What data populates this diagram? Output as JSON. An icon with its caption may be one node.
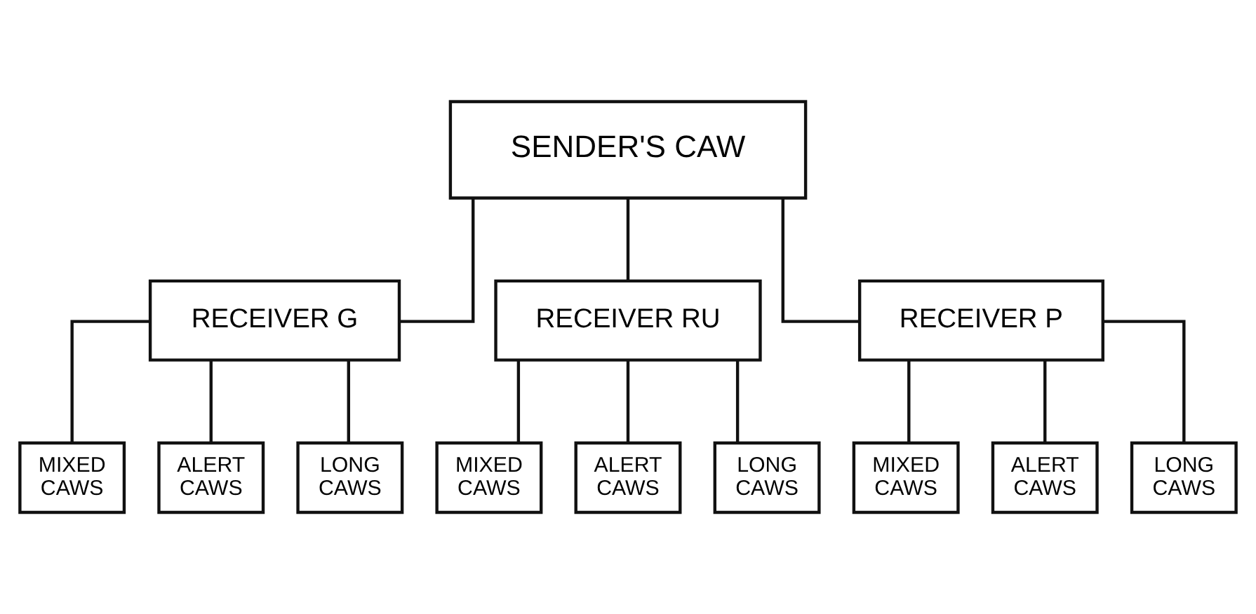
{
  "diagram": {
    "nodes": [
      {
        "text": [
          "SENDER'S CAW"
        ]
      },
      {
        "text": [
          "RECEIVER G"
        ]
      },
      {
        "text": [
          "RECEIVER RU"
        ]
      },
      {
        "text": [
          "RECEIVER P"
        ]
      },
      {
        "text": [
          "MIXED CAWS"
        ]
      },
      {
        "text": [
          "ALERT CAWS"
        ]
      },
      {
        "text": [
          "LONG CAWS"
        ]
      },
      {
        "text": [
          "MIXED CAWS"
        ]
      },
      {
        "text": [
          "ALERT CAWS"
        ]
      },
      {
        "text": [
          "LONG CAWS"
        ]
      },
      {
        "text": [
          "MIXED CAWS"
        ]
      },
      {
        "text": [
          "ALERT CAWS"
        ]
      },
      {
        "text": [
          "LONG CAWS"
        ]
      }
    ],
    "edges": [
      {
        "from": 0,
        "to": 1,
        "arrow": "none"
      },
      {
        "from": 0,
        "to": 2,
        "arrow": "none"
      },
      {
        "from": 0,
        "to": 3,
        "arrow": "none"
      },
      {
        "from": 1,
        "to": 4,
        "arrow": "none"
      },
      {
        "from": 1,
        "to": 5,
        "arrow": "none"
      },
      {
        "from": 1,
        "to": 6,
        "arrow": "none"
      },
      {
        "from": 2,
        "to": 7,
        "arrow": "none"
      },
      {
        "from": 2,
        "to": 8,
        "arrow": "none"
      },
      {
        "from": 2,
        "to": 9,
        "arrow": "none"
      },
      {
        "from": 3,
        "to": 10,
        "arrow": "none"
      },
      {
        "from": 3,
        "to": 11,
        "arrow": "none"
      },
      {
        "from": 3,
        "to": 12,
        "arrow": "none"
      }
    ]
  }
}
